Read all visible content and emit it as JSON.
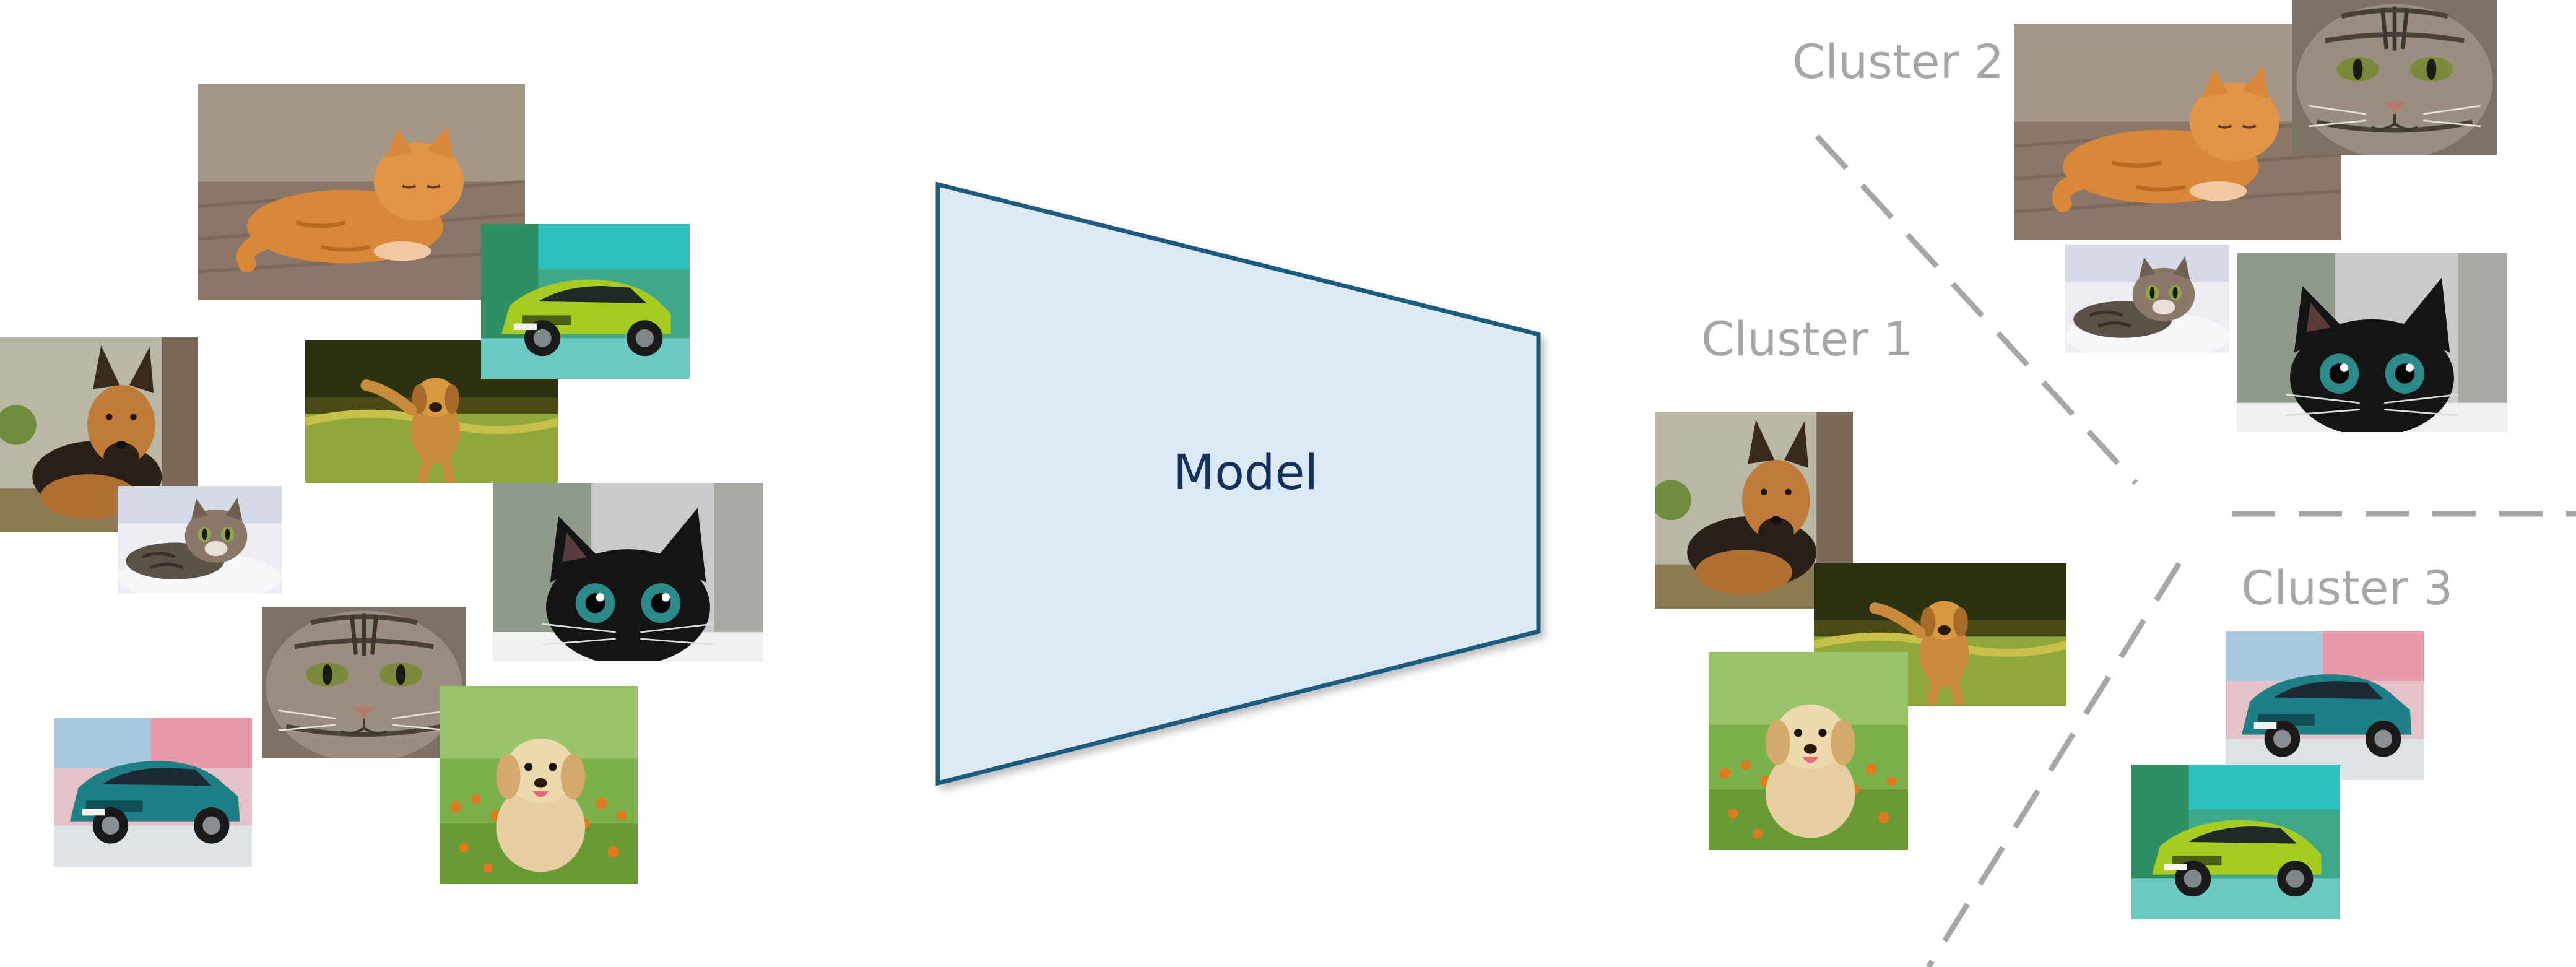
{
  "model": {
    "label": "Model",
    "fill": "#dce9f6",
    "stroke": "#1f5a7e"
  },
  "clusters": [
    {
      "id": 1,
      "label": "Cluster 1",
      "category": "dogs"
    },
    {
      "id": 2,
      "label": "Cluster 2",
      "category": "cats"
    },
    {
      "id": 3,
      "label": "Cluster 3",
      "category": "cars"
    }
  ],
  "colors": {
    "label": "#a6a6a6",
    "divider": "#a6a6a6",
    "model_text": "#14305e"
  },
  "icons": {
    "orange-cat": "orange tabby cat lying on wooden floor",
    "tabby-face": "close-up tabby cat face",
    "kitten": "small tabby kitten on white blanket",
    "black-cat": "black cat with big eyes peeking",
    "shepherd-dog": "german shepherd dog sitting outdoors",
    "running-dog": "golden retriever running on grass",
    "puppy": "golden puppy sitting in flower meadow",
    "teal-car": "teal compact SUV",
    "green-car": "lime green hatchback car"
  }
}
